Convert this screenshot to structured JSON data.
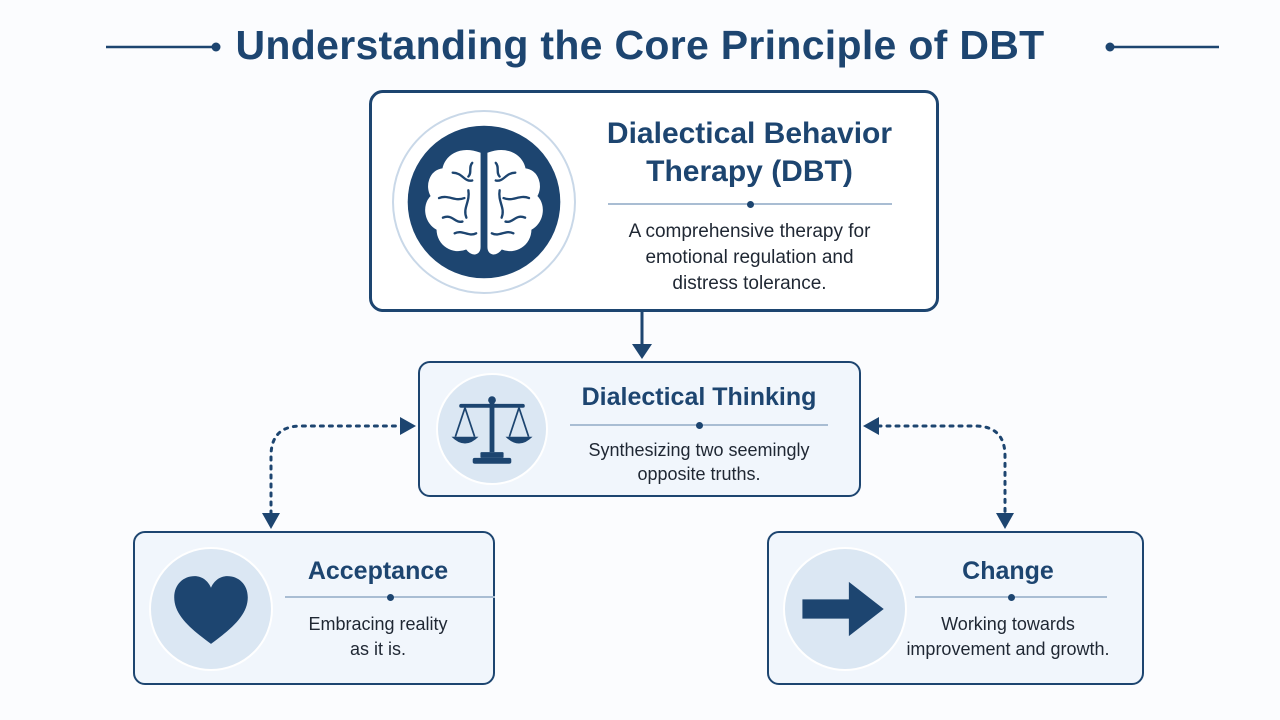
{
  "page": {
    "title": "Understanding the Core Principle of DBT"
  },
  "dbt": {
    "title_line1": "Dialectical Behavior",
    "title_line2": "Therapy (DBT)",
    "desc_line1": "A comprehensive therapy for",
    "desc_line2": "emotional regulation and",
    "desc_line3": "distress tolerance.",
    "icon": "brain-icon"
  },
  "dialectical": {
    "title": "Dialectical Thinking",
    "desc_line1": "Synthesizing two seemingly",
    "desc_line2": "opposite truths.",
    "icon": "balance-scale-icon"
  },
  "acceptance": {
    "title": "Acceptance",
    "desc_line1": "Embracing reality",
    "desc_line2": "as it is.",
    "icon": "heart-icon"
  },
  "change": {
    "title": "Change",
    "desc_line1": "Working towards",
    "desc_line2": "improvement and growth.",
    "icon": "arrow-right-icon"
  },
  "colors": {
    "primary": "#1d4570",
    "light_fill": "#f1f6fc",
    "circle_fill": "#dbe7f3",
    "separator": "#a9bdd3"
  }
}
